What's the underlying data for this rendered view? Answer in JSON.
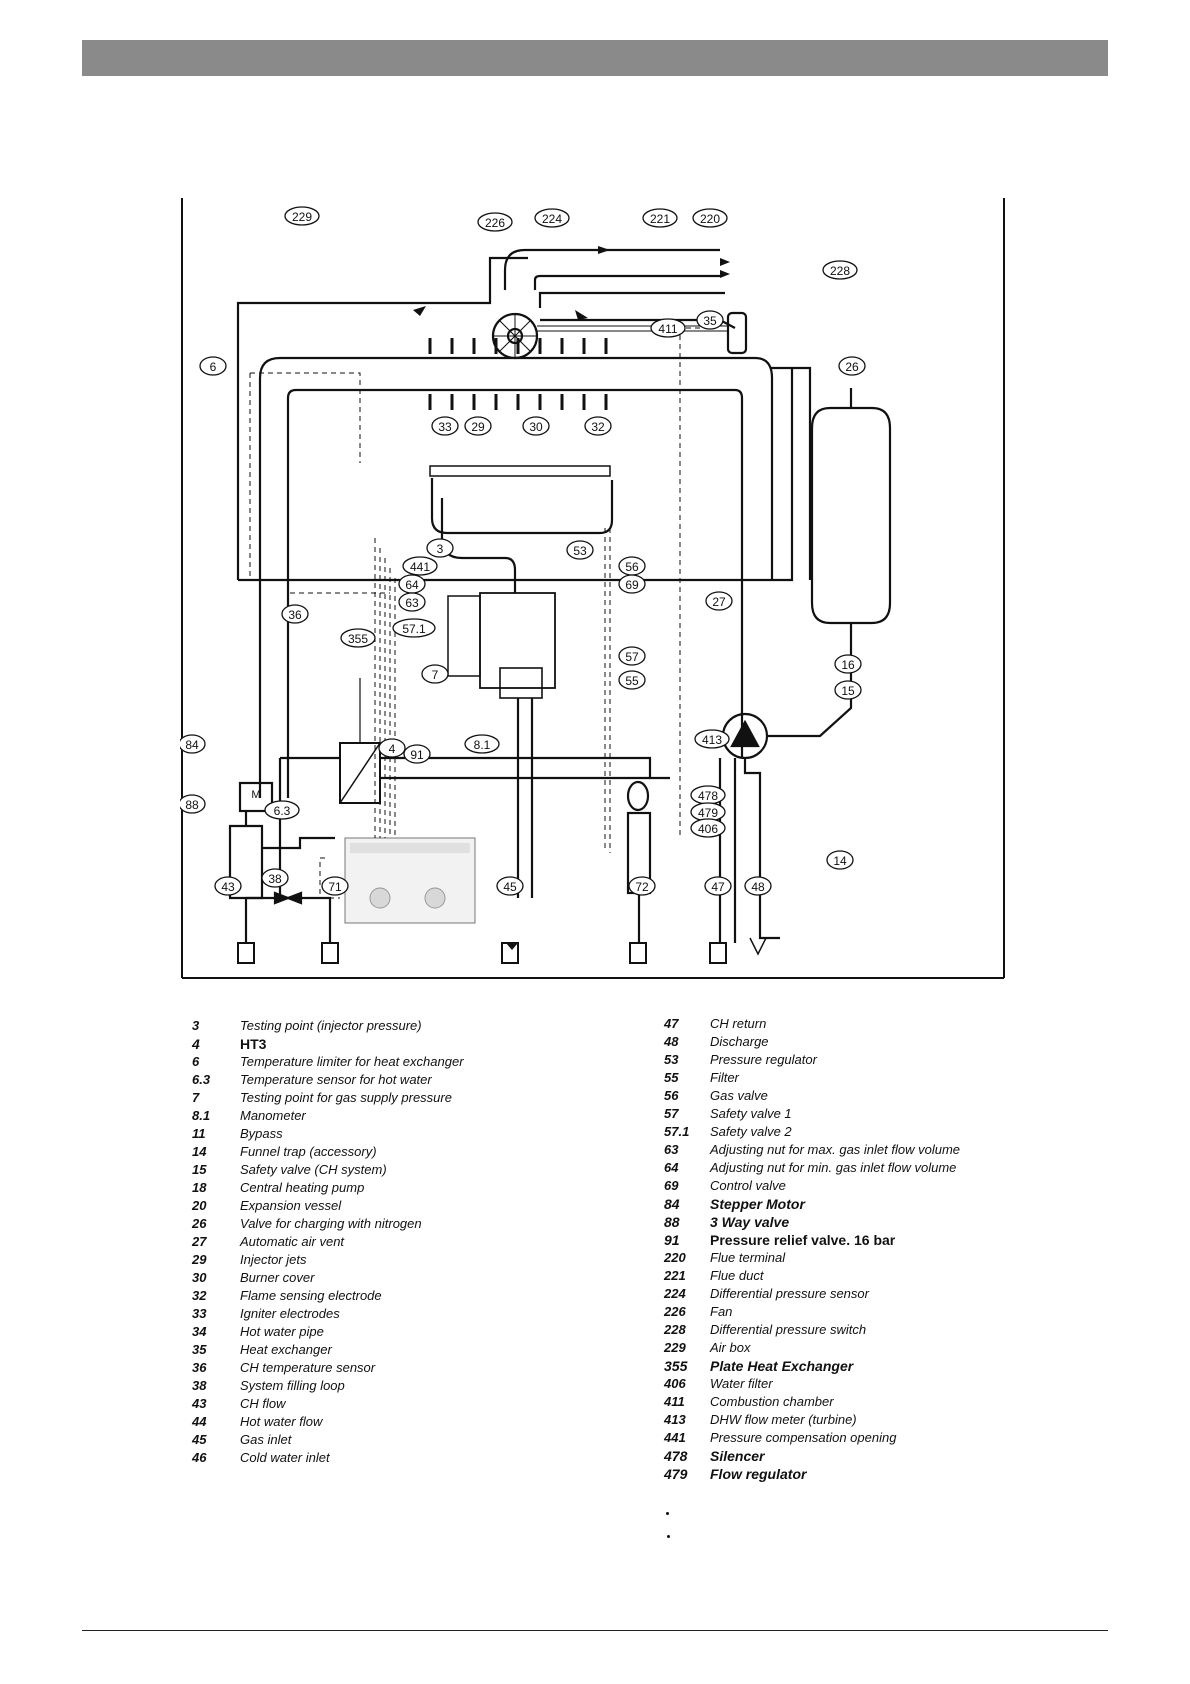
{
  "diagram": {
    "callouts": [
      "229",
      "226",
      "224",
      "221",
      "220",
      "228",
      "6",
      "35",
      "411",
      "26",
      "33",
      "29",
      "30",
      "32",
      "3",
      "53",
      "441",
      "56",
      "64",
      "69",
      "63",
      "36",
      "57.1",
      "27",
      "355",
      "57",
      "7",
      "55",
      "16",
      "15",
      "84",
      "91",
      "4",
      "8.1",
      "413",
      "88",
      "6.3",
      "478",
      "479",
      "406",
      "14",
      "38",
      "43",
      "71",
      "45",
      "72",
      "47",
      "48"
    ]
  },
  "legend_left": [
    {
      "code": "3",
      "desc": "Testing point (injector pressure)"
    },
    {
      "code": "4",
      "desc": "HT3",
      "bold": true,
      "upright": true
    },
    {
      "code": "6",
      "desc": "Temperature limiter for heat exchanger"
    },
    {
      "code": "6.3",
      "desc": "Temperature sensor for hot water"
    },
    {
      "code": "7",
      "desc": "Testing point for gas supply pressure"
    },
    {
      "code": "8.1",
      "desc": "Manometer"
    },
    {
      "code": "11",
      "desc": "Bypass"
    },
    {
      "code": "14",
      "desc": "Funnel trap (accessory)"
    },
    {
      "code": "15",
      "desc": "Safety valve (CH system)"
    },
    {
      "code": "18",
      "desc": "Central heating pump"
    },
    {
      "code": "20",
      "desc": "Expansion vessel"
    },
    {
      "code": "26",
      "desc": "Valve for charging with nitrogen"
    },
    {
      "code": "27",
      "desc": "Automatic air vent"
    },
    {
      "code": "29",
      "desc": "Injector jets"
    },
    {
      "code": "30",
      "desc": "Burner cover"
    },
    {
      "code": "32",
      "desc": "Flame sensing electrode"
    },
    {
      "code": "33",
      "desc": "Igniter electrodes"
    },
    {
      "code": "34",
      "desc": "Hot water pipe"
    },
    {
      "code": "35",
      "desc": "Heat exchanger"
    },
    {
      "code": "36",
      "desc": "CH temperature sensor"
    },
    {
      "code": "38",
      "desc": "System filling loop"
    },
    {
      "code": "43",
      "desc": "CH flow"
    },
    {
      "code": "44",
      "desc": "Hot water flow"
    },
    {
      "code": "45",
      "desc": "Gas inlet"
    },
    {
      "code": "46",
      "desc": "Cold water inlet"
    }
  ],
  "legend_right": [
    {
      "code": "47",
      "desc": "CH return"
    },
    {
      "code": "48",
      "desc": "Discharge"
    },
    {
      "code": "53",
      "desc": "Pressure regulator"
    },
    {
      "code": "55",
      "desc": "Filter"
    },
    {
      "code": "56",
      "desc": "Gas valve"
    },
    {
      "code": "57",
      "desc": "Safety valve 1"
    },
    {
      "code": "57.1",
      "desc": "Safety valve 2"
    },
    {
      "code": "63",
      "desc": "Adjusting nut for max. gas inlet flow volume"
    },
    {
      "code": "64",
      "desc": "Adjusting nut for min. gas inlet flow volume"
    },
    {
      "code": "69",
      "desc": "Control valve"
    },
    {
      "code": "84",
      "desc": "Stepper Motor",
      "bold": true
    },
    {
      "code": "88",
      "desc": "3 Way valve",
      "bold": true
    },
    {
      "code": "91",
      "desc": "Pressure relief valve. 16 bar",
      "bold": true,
      "upright": true
    },
    {
      "code": "220",
      "desc": "Flue terminal"
    },
    {
      "code": "221",
      "desc": "Flue duct"
    },
    {
      "code": "224",
      "desc": "Differential pressure sensor"
    },
    {
      "code": "226",
      "desc": "Fan"
    },
    {
      "code": "228",
      "desc": "Differential pressure switch"
    },
    {
      "code": "229",
      "desc": "Air box"
    },
    {
      "code": "355",
      "desc": "Plate Heat Exchanger",
      "bold": true
    },
    {
      "code": "406",
      "desc": "Water filter"
    },
    {
      "code": "411",
      "desc": "Combustion chamber"
    },
    {
      "code": "413",
      "desc": "DHW flow meter (turbine)"
    },
    {
      "code": "441",
      "desc": "Pressure compensation opening"
    },
    {
      "code": "478",
      "desc": "Silencer",
      "bold": true
    },
    {
      "code": "479",
      "desc": "Flow regulator",
      "bold": true
    }
  ]
}
